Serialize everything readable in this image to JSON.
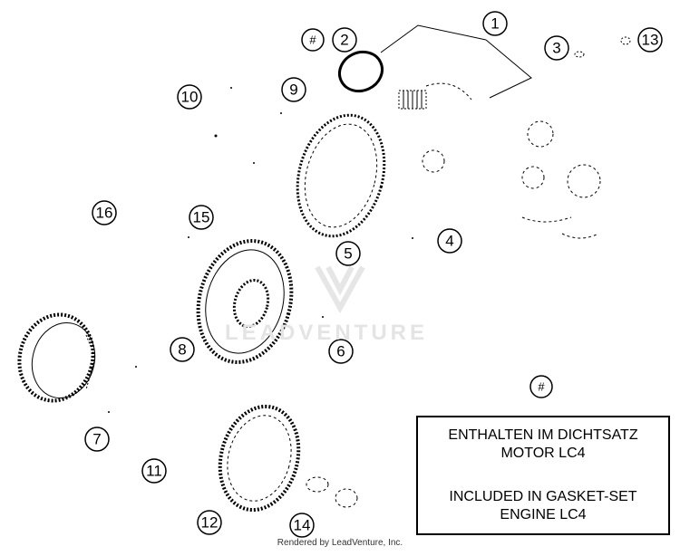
{
  "callouts": {
    "c1": "1",
    "c2": "2",
    "c3": "3",
    "c4": "4",
    "c5": "5",
    "c6": "6",
    "c7": "7",
    "c8": "8",
    "c9": "9",
    "c10": "10",
    "c11": "11",
    "c12": "12",
    "c13": "13",
    "c14": "14",
    "c15": "15",
    "c16": "16",
    "hash_top": "#",
    "hash_legend": "#"
  },
  "legend": {
    "line1": "ENTHALTEN IM DICHTSATZ",
    "line2": "MOTOR LC4",
    "line3": "INCLUDED IN GASKET-SET",
    "line4": "ENGINE LC4"
  },
  "watermark": "LEADVENTURE",
  "footer": "Rendered by LeadVenture, Inc."
}
